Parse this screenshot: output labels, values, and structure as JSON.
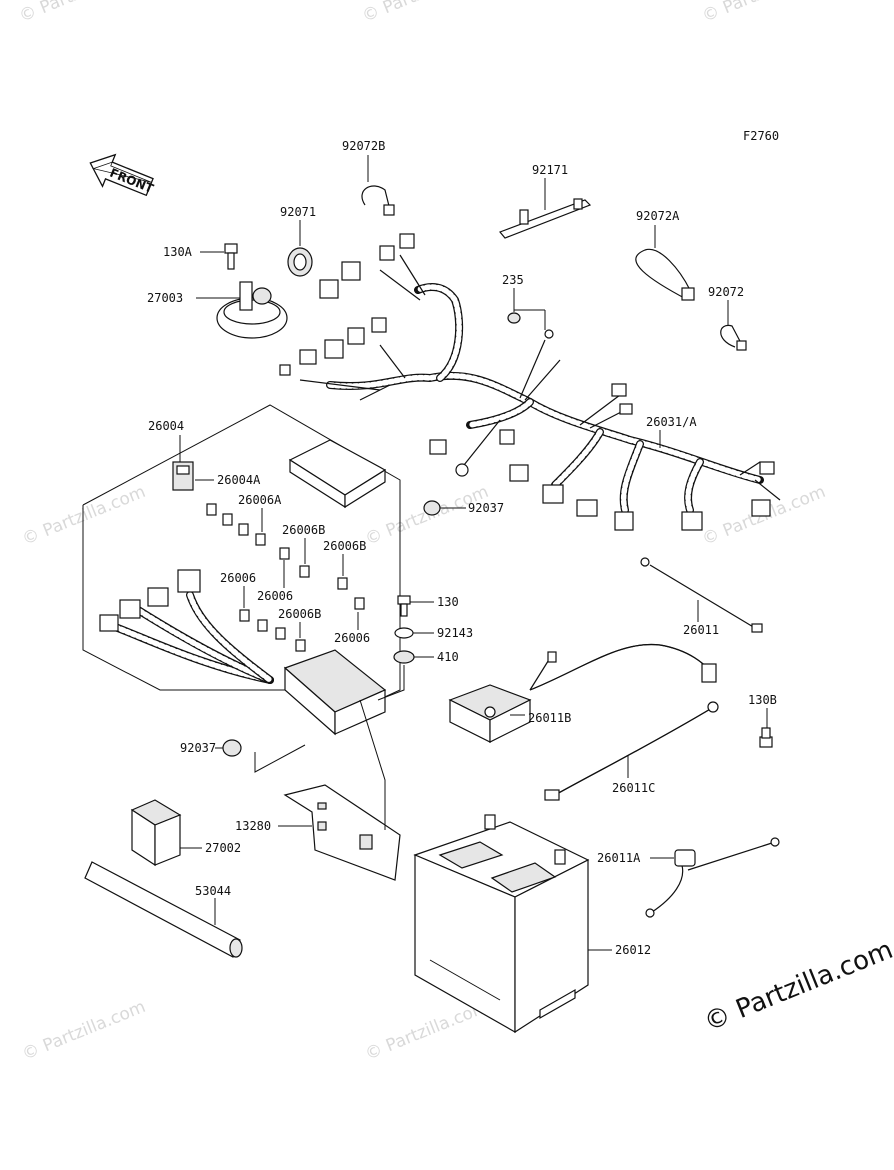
{
  "diagram_code": "F2760",
  "front_label": "FRONT",
  "credit": "© Partzilla.com",
  "watermark": "© Partzilla.com",
  "part_labels": {
    "p92072B": "92072B",
    "p92171": "92171",
    "p92071": "92071",
    "p92072A": "92072A",
    "p130A": "130A",
    "p235": "235",
    "p92072": "92072",
    "p27003": "27003",
    "p26004": "26004",
    "p26031A": "26031/A",
    "p26004A": "26004A",
    "p26006A": "26006A",
    "p92037a": "92037",
    "p26006Ba": "26006B",
    "p26006Bb": "26006B",
    "p26006a": "26006",
    "p26006b": "26006",
    "p26006Bc": "26006B",
    "p26006c": "26006",
    "p130": "130",
    "p92143": "92143",
    "p410": "410",
    "p26011": "26011",
    "p26011B": "26011B",
    "p130B": "130B",
    "p92037b": "92037",
    "p26011C": "26011C",
    "p13280": "13280",
    "p27002": "27002",
    "p26011A": "26011A",
    "p53044": "53044",
    "p26012": "26012"
  }
}
